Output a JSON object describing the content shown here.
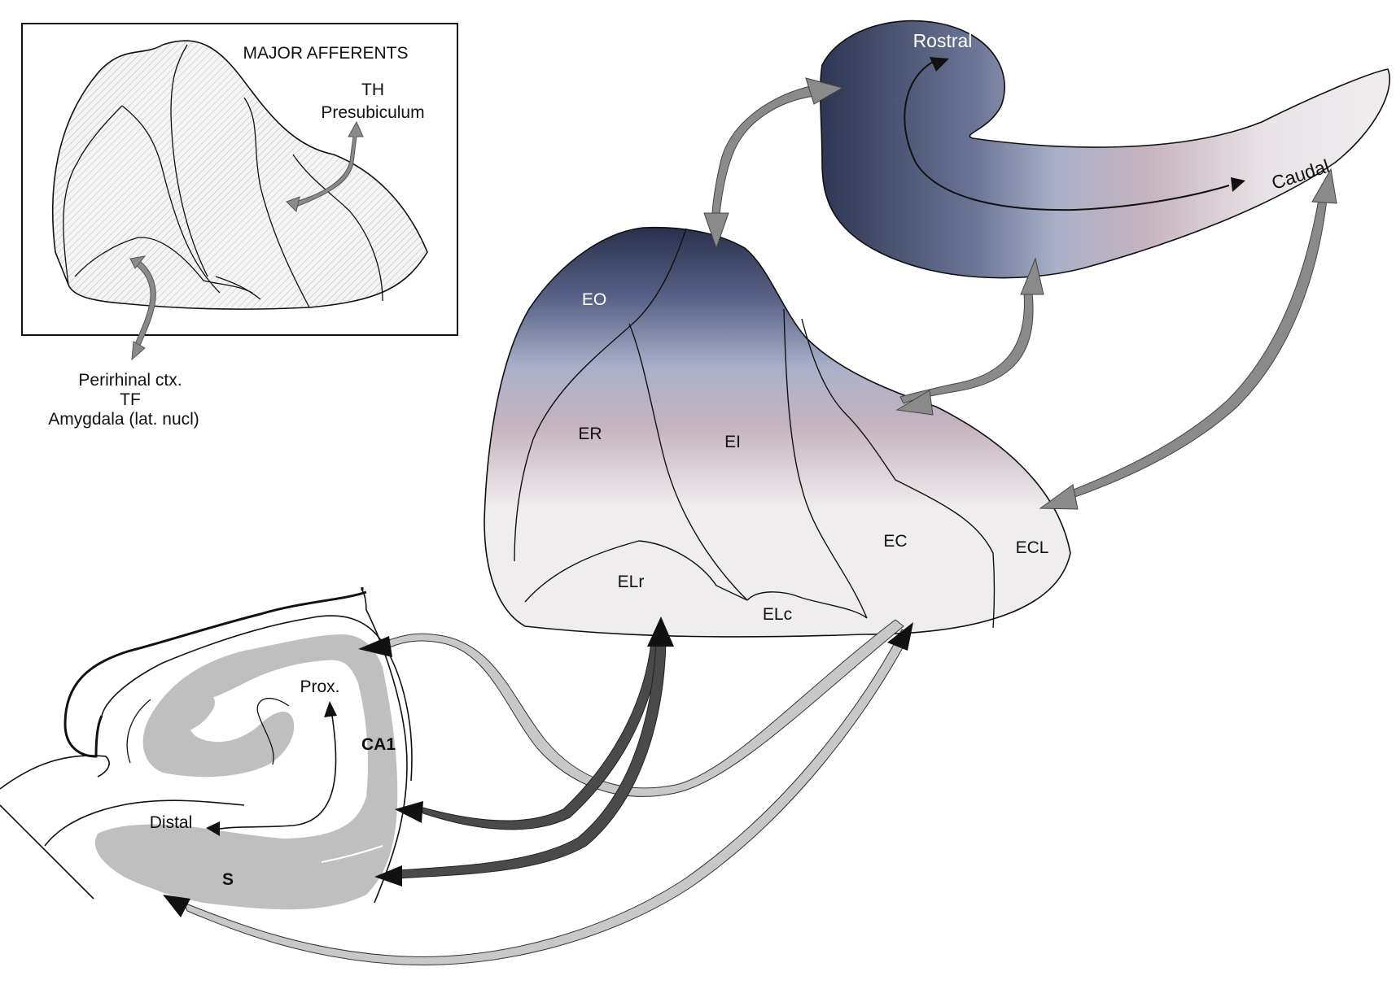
{
  "inset": {
    "title": "MAJOR AFFERENTS",
    "afferent_top_1": "TH",
    "afferent_top_2": "Presubiculum",
    "afferent_bottom_1": "Perirhinal ctx.",
    "afferent_bottom_2": "TF",
    "afferent_bottom_3": "Amygdala (lat. nucl)"
  },
  "hippocampus_axis": {
    "rostral": "Rostral",
    "caudal": "Caudal"
  },
  "entorhinal_subfields": {
    "eo": "EO",
    "er": "ER",
    "ei": "EI",
    "elr": "ELr",
    "elc": "ELc",
    "ec": "EC",
    "ecl": "ECL"
  },
  "hippocampal_formation": {
    "ca1": "CA1",
    "subiculum": "S",
    "proximal": "Prox.",
    "distal": "Distal"
  },
  "colors": {
    "rostral_navy": "#2c3350",
    "mid_lavender": "#aab0c8",
    "mauve": "#c6b4bf",
    "caudal_pale": "#f0edef",
    "field_gray": "#bfbfbf",
    "reciprocal_arrow": "#8a8a8a",
    "dark_projection": "#4a4a4a",
    "light_projection": "#c8c8c8"
  }
}
